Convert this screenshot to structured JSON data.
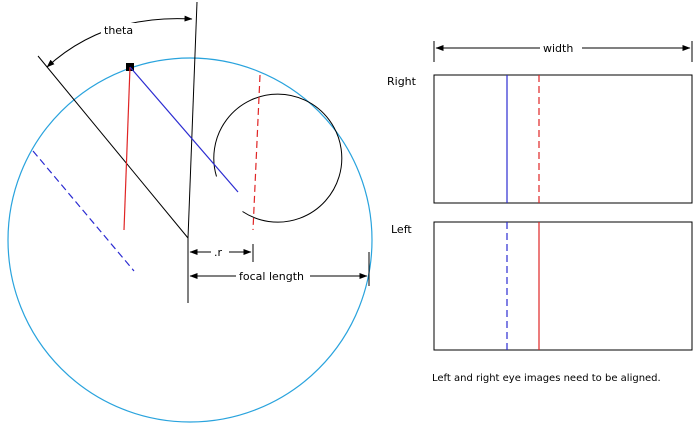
{
  "labels": {
    "theta": "theta",
    "r": ".r",
    "focal_length": "focal length",
    "width": "width",
    "right": "Right",
    "left": "Left",
    "caption": "Left and right eye images need to be aligned."
  },
  "colors": {
    "outer_circle": "#29a3dd",
    "blue": "#2b2bd1",
    "red": "#e02424",
    "black": "#000000"
  }
}
